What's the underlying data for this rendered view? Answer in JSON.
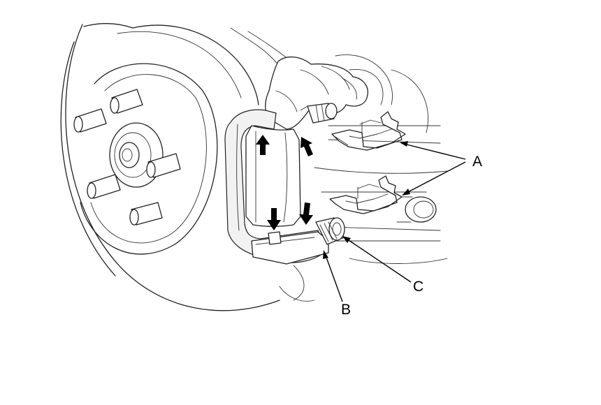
{
  "callouts": {
    "a": "A",
    "b": "B",
    "c": "C"
  },
  "colors": {
    "line": "#222222",
    "background": "#ffffff",
    "arrow": "#000000"
  }
}
